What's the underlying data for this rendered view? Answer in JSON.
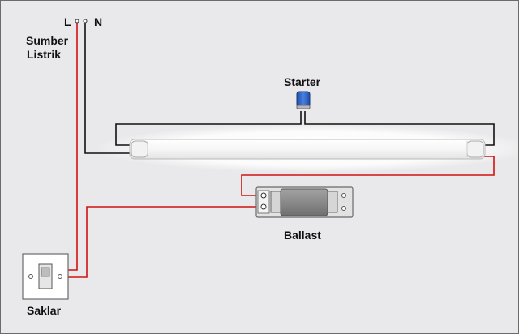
{
  "labels": {
    "live": "L",
    "neutral": "N",
    "source_line1": "Sumber",
    "source_line2": "Listrik",
    "starter": "Starter",
    "ballast": "Ballast",
    "switch": "Saklar"
  },
  "colors": {
    "background": "#e9e8ea",
    "live_wire": "#d11212",
    "neutral_wire": "#111111",
    "tube_glow": "#ffffff",
    "starter_blue": "#2a5fc0",
    "ballast_core": "#8c8c8c",
    "ballast_plate": "#e2e2e2"
  },
  "components": [
    "power-source",
    "fluorescent-tube",
    "starter",
    "ballast",
    "wall-switch"
  ]
}
